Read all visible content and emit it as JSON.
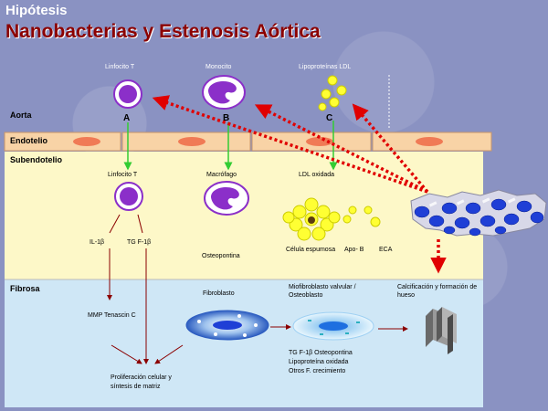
{
  "header": {
    "kicker": "Hipótesis",
    "title": "Nanobacterias y Estenosis Aórtica"
  },
  "zones": {
    "aorta": "Aorta",
    "endotelio": "Endotelio",
    "subendotelio": "Subendotelio",
    "fibrosa": "Fibrosa"
  },
  "aorta_cells": {
    "a_label": "Linfocito T",
    "a_letter": "A",
    "b_label": "Monocito",
    "b_letter": "B",
    "c_label": "Lipoproteínas LDL",
    "c_letter": "C"
  },
  "subendotelio_cells": {
    "linfocito": "Linfocito T",
    "macrofago": "Macrófago",
    "ldl_oxidada": "LDL oxidada",
    "il1b": "IL-1β",
    "tgf1b": "TG F-1β",
    "osteopontina": "Osteopontina",
    "celula_espumosa": "Célula espumosa",
    "apob": "Apo- B",
    "eca": "ECA"
  },
  "fibrosa_items": {
    "mmp": "MMP Tenascin C",
    "fibroblasto": "Fibroblasto",
    "miofibroblasto": "Miofibroblasto valvular / Osteoblasto",
    "calcificacion": "Calcificación y formación de hueso",
    "factores_l1": "TG F-1β Osteopontina",
    "factores_l2": "Lipoproteína oxidada",
    "factores_l3": "Otros F. crecimiento",
    "proliferacion_l1": "Proliferación celular y",
    "proliferacion_l2": "síntesis de matriz"
  },
  "colors": {
    "title": "#8b0000",
    "cell_purple": "#8b2fc9",
    "endothelium": "#f6c28a",
    "arrow_red": "#e00000",
    "arrow_green": "#33cc33",
    "arrow_dark": "#8b0000",
    "nanobacteria": "#1f3fd6"
  }
}
